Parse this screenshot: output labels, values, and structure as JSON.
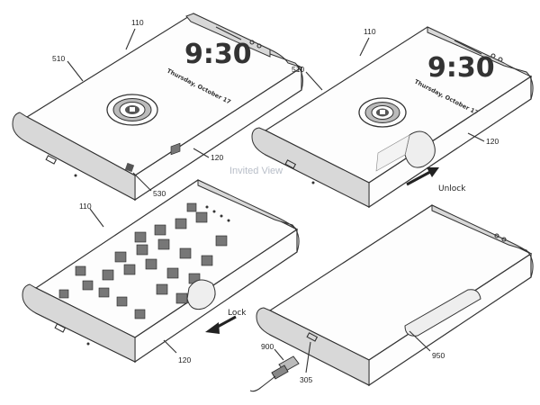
{
  "figure": {
    "top_left": {
      "time": "9:30",
      "date": "Thursday, October 17",
      "refs": [
        "110",
        "510",
        "120",
        "530"
      ]
    },
    "top_right": {
      "time": "9:30",
      "date": "Thursday, October 17",
      "refs": [
        "110",
        "510",
        "120"
      ],
      "arrow_label": "Unlock"
    },
    "bottom_left": {
      "refs": [
        "110",
        "120"
      ],
      "arrow_label": "Lock"
    },
    "bottom_right": {
      "refs": [
        "900",
        "950",
        "305"
      ]
    },
    "watermark": "Invited View",
    "icons": {
      "fingerprint": "fingerprint-lock-icon",
      "usb": "usb-plug-icon",
      "arrow_left": "arrow-left-icon",
      "arrow_right": "arrow-right-icon"
    }
  }
}
